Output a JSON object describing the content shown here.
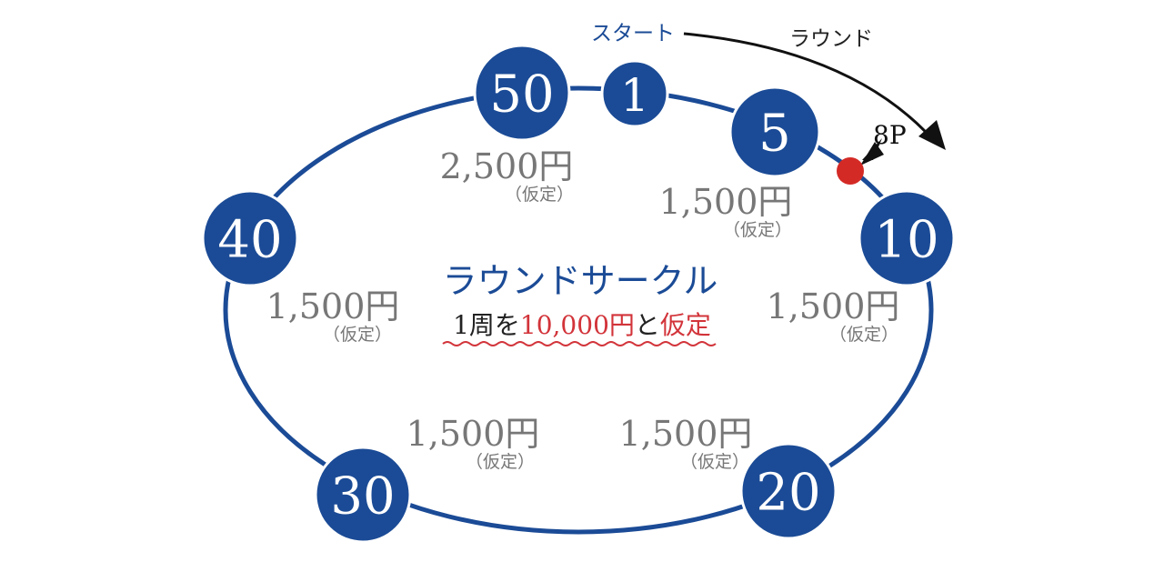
{
  "colors": {
    "ring": "#1b4b96",
    "dot": "#d42a26",
    "accent_red": "#d2343a",
    "text_gray": "#777777",
    "text_dark": "#222222"
  },
  "start_label": "スタート",
  "round_label": "ラウンド",
  "gap_label": "8P",
  "title": "ラウンドサークル",
  "subtitle": {
    "part1": "1周を",
    "amount": "10,000円",
    "part2": "と",
    "tentative": "仮定"
  },
  "nodes": [
    "50",
    "1",
    "5",
    "10",
    "20",
    "30",
    "40"
  ],
  "segments": [
    {
      "amount": "2,500円",
      "note": "（仮定）"
    },
    {
      "amount": "1,500円",
      "note": "（仮定）"
    },
    {
      "amount": "1,500円",
      "note": "（仮定）"
    },
    {
      "amount": "1,500円",
      "note": "（仮定）"
    },
    {
      "amount": "1,500円",
      "note": "（仮定）"
    },
    {
      "amount": "1,500円",
      "note": "（仮定）"
    }
  ]
}
